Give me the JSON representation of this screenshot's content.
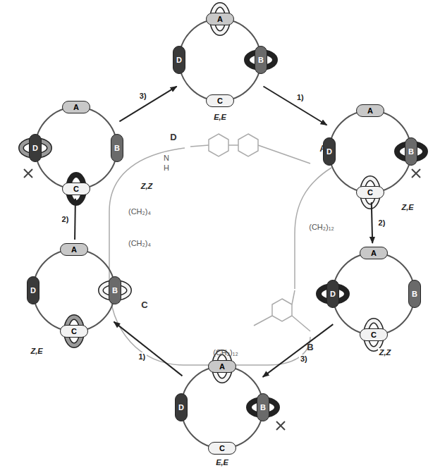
{
  "diagram": {
    "nodes": [
      {
        "text": [
          "E,E"
        ]
      },
      {
        "text": [
          "A"
        ],
        "in": 0
      },
      {
        "text": [
          "B"
        ],
        "in": 0
      },
      {
        "text": [
          "C"
        ],
        "in": 0
      },
      {
        "text": [
          "D"
        ],
        "in": 0
      },
      {
        "text": [
          "Z,Z"
        ]
      },
      {
        "text": [
          "A"
        ],
        "in": 5
      },
      {
        "text": [
          "B"
        ],
        "in": 5
      },
      {
        "text": [
          "C"
        ],
        "in": 5
      },
      {
        "text": [
          "D"
        ],
        "in": 5
      },
      {
        "text": [
          "Z,E"
        ]
      },
      {
        "text": [
          "A"
        ],
        "in": 10
      },
      {
        "text": [
          "B"
        ],
        "in": 10
      },
      {
        "text": [
          "C"
        ],
        "in": 10
      },
      {
        "text": [
          "D"
        ],
        "in": 10
      },
      {
        "text": [
          "Z,E"
        ]
      },
      {
        "text": [
          "A"
        ],
        "in": 15
      },
      {
        "text": [
          "B"
        ],
        "in": 15
      },
      {
        "text": [
          "C"
        ],
        "in": 15
      },
      {
        "text": [
          "D"
        ],
        "in": 15
      },
      {
        "text": [
          "Z,Z"
        ]
      },
      {
        "text": [
          "A"
        ],
        "in": 20
      },
      {
        "text": [
          "B"
        ],
        "in": 20
      },
      {
        "text": [
          "C"
        ],
        "in": 20
      },
      {
        "text": [
          "D"
        ],
        "in": 20
      },
      {
        "text": [
          "E,E"
        ]
      },
      {
        "text": [
          "A"
        ],
        "in": 25
      },
      {
        "text": [
          "B"
        ],
        "in": 25
      },
      {
        "text": [
          "C"
        ],
        "in": 25
      },
      {
        "text": [
          "D"
        ],
        "in": 25
      }
    ],
    "edges": [
      {
        "from": 0,
        "to": 10,
        "arrow": "to",
        "label": "1)"
      },
      {
        "from": 10,
        "to": 20,
        "arrow": "to",
        "label": "2)"
      },
      {
        "from": 20,
        "to": 25,
        "arrow": "to",
        "label": "3)"
      },
      {
        "from": 25,
        "to": 15,
        "arrow": "to",
        "label": "1)"
      },
      {
        "from": 15,
        "to": 5,
        "arrow": "to",
        "label": "2)"
      },
      {
        "from": 5,
        "to": 0,
        "arrow": "to",
        "label": "3)"
      }
    ],
    "labels": [
      "D",
      "A",
      "B",
      "C",
      "(CH₂)₄",
      "(CH₂)₄",
      "(CH₂)₁₂",
      "(CH₂)₁₂",
      "N",
      "H"
    ]
  }
}
